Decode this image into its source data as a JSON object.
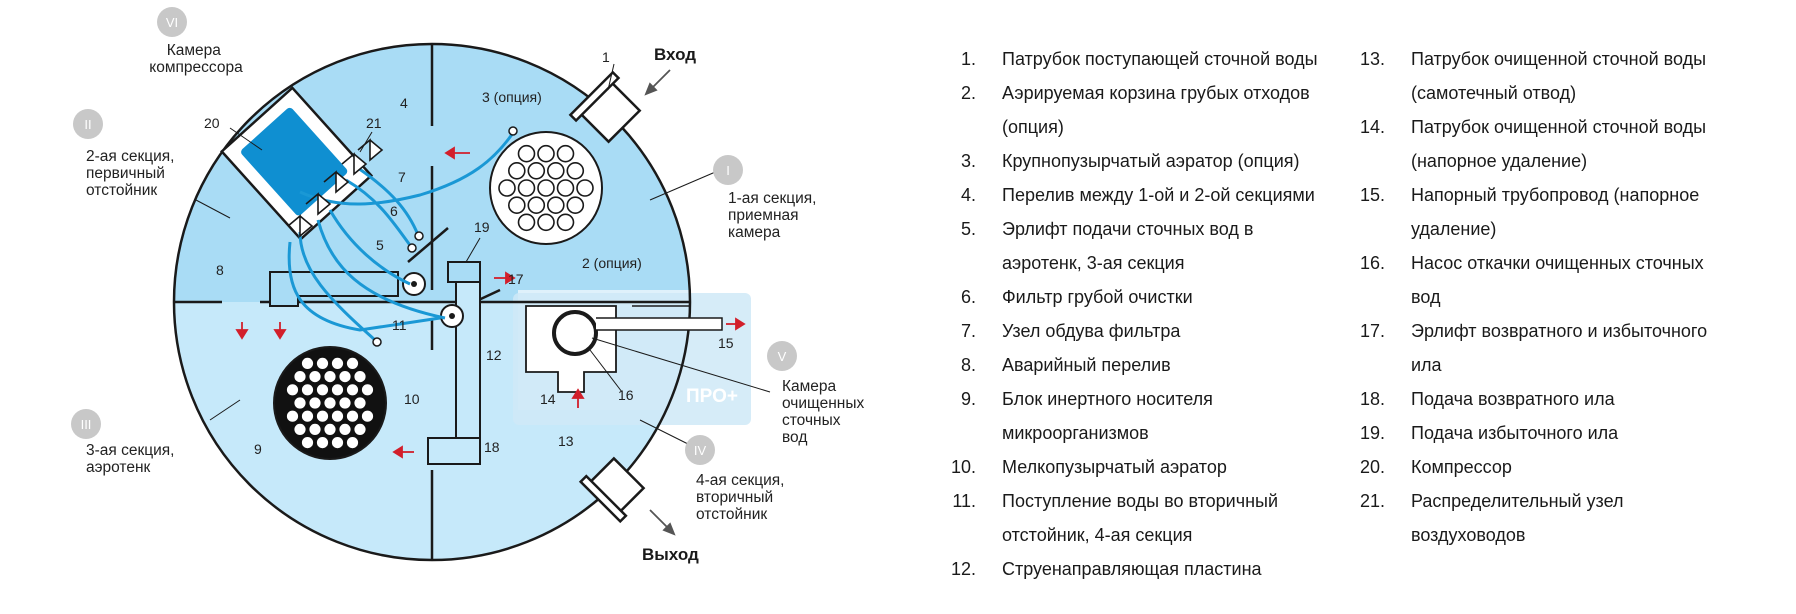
{
  "diagram": {
    "inlet": "Вход",
    "outlet": "Выход",
    "pro_badge": "ПРО+",
    "sections": [
      {
        "roman": "I",
        "label": [
          "1-ая секция,",
          "приемная",
          "камера"
        ]
      },
      {
        "roman": "II",
        "label": [
          "2-ая секция,",
          "первичный",
          "отстойник"
        ]
      },
      {
        "roman": "III",
        "label": [
          "3-ая секция,",
          "аэротенк"
        ]
      },
      {
        "roman": "IV",
        "label": [
          "4-ая секция,",
          "вторичный",
          "отстойник"
        ]
      },
      {
        "roman": "V",
        "label": [
          "Камера",
          "очищенных",
          "сточных",
          "вод"
        ]
      },
      {
        "roman": "VI",
        "label": [
          "Камера",
          "компрессора"
        ]
      }
    ],
    "callouts": {
      "c1": "1",
      "c2": "2 (опция)",
      "c3": "3 (опция)",
      "c4": "4",
      "c5": "5",
      "c6": "6",
      "c7": "7",
      "c8": "8",
      "c9": "9",
      "c10": "10",
      "c11": "11",
      "c12": "12",
      "c13": "13",
      "c14": "14",
      "c15": "15",
      "c16": "16",
      "c17": "17",
      "c18": "18",
      "c19": "19",
      "c20": "20",
      "c21": "21"
    },
    "colors": {
      "outline": "#1a1a1a",
      "section_fill": "#a9dcf5",
      "section_fill_light": "#c6e9fa",
      "pro_zone": "#cfe9f7",
      "pipe": "#1a98d5",
      "compressor": "#0f8fd1",
      "badge": "#c8c8c8",
      "arrow": "#d21f2b"
    }
  },
  "legend": {
    "left": [
      {
        "num": "1.",
        "lines": [
          "Патрубок поступающей сточной воды"
        ]
      },
      {
        "num": "2.",
        "lines": [
          "Аэрируемая корзина грубых отходов",
          "(опция)"
        ]
      },
      {
        "num": "3.",
        "lines": [
          "Крупнопузырчатый аэратор (опция)"
        ]
      },
      {
        "num": "4.",
        "lines": [
          "Перелив между 1-ой и 2-ой секциями"
        ]
      },
      {
        "num": "5.",
        "lines": [
          "Эрлифт подачи сточных вод в",
          "аэротенк, 3-ая секция"
        ]
      },
      {
        "num": "6.",
        "lines": [
          "Фильтр грубой очистки"
        ]
      },
      {
        "num": "7.",
        "lines": [
          "Узел обдува фильтра"
        ]
      },
      {
        "num": "8.",
        "lines": [
          "Аварийный перелив"
        ]
      },
      {
        "num": "9.",
        "lines": [
          "Блок инертного носителя",
          "микроорганизмов"
        ]
      },
      {
        "num": "10.",
        "lines": [
          "Мелкопузырчатый аэратор"
        ]
      },
      {
        "num": "11.",
        "lines": [
          "Поступление воды во вторичный",
          "отстойник, 4-ая секция"
        ]
      },
      {
        "num": "12.",
        "lines": [
          "Струенаправляющая пластина"
        ]
      }
    ],
    "right": [
      {
        "num": "13.",
        "lines": [
          "Патрубок очищенной сточной воды",
          "(самотечный отвод)"
        ]
      },
      {
        "num": "14.",
        "lines": [
          "Патрубок очищенной сточной воды",
          "(напорное удаление)"
        ]
      },
      {
        "num": "15.",
        "lines": [
          "Напорный трубопровод (напорное",
          "удаление)"
        ]
      },
      {
        "num": "16.",
        "lines": [
          "Насос откачки очищенных сточных",
          "вод"
        ]
      },
      {
        "num": "17.",
        "lines": [
          "Эрлифт возвратного и избыточного",
          "ила"
        ]
      },
      {
        "num": "18.",
        "lines": [
          "Подача возвратного ила"
        ]
      },
      {
        "num": "19.",
        "lines": [
          "Подача избыточного ила"
        ]
      },
      {
        "num": "20.",
        "lines": [
          "Компрессор"
        ]
      },
      {
        "num": "21.",
        "lines": [
          "Распределительный узел",
          "воздуховодов"
        ]
      }
    ]
  }
}
